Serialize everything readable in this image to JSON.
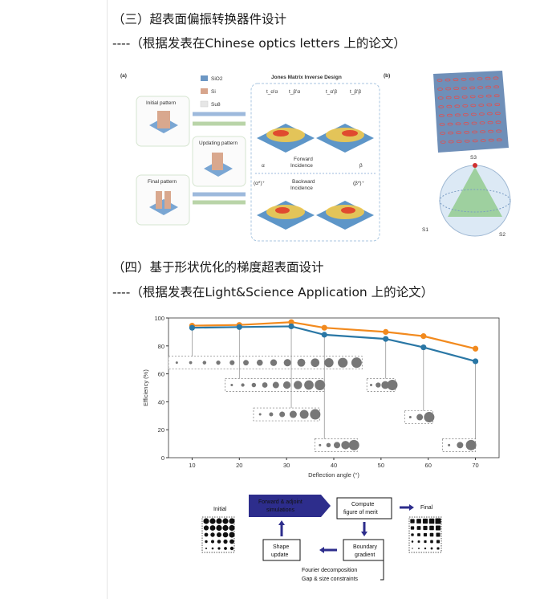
{
  "headings": {
    "h1": "（三）超表面偏振转换器件设计",
    "h2": "----（根据发表在Chinese optics letters 上的论文）",
    "h3": "（四）基于形状优化的梯度超表面设计",
    "h4": "----（根据发表在Light&Science   Application 上的论文）"
  },
  "fig1": {
    "panel_a": "(a)",
    "panel_b": "(b)",
    "legend": [
      "SiO2",
      "Si",
      "Su8"
    ],
    "legend_colors": [
      "#6c97c4",
      "#d7a58c",
      "#e6e6e6"
    ],
    "title": "Jones Matrix Inverse Design",
    "initial": "Initial pattern",
    "updating": "Updating pattern",
    "final": "Final pattern",
    "forward": "Forward",
    "forward2": "Incidence",
    "backward": "Backward",
    "backward2": "Incidence",
    "alpha": "α",
    "beta": "β",
    "alpha_star": "(α*)⁺",
    "beta_star": "(β*)⁺",
    "t_labels": [
      "t_α'α",
      "t_β'α",
      "t_α'β",
      "t_β'β"
    ],
    "s_labels": [
      "S3",
      "S1",
      "S2"
    ]
  },
  "chart_data": {
    "type": "line",
    "xlabel": "Deflection angle (°)",
    "ylabel": "Efficiency (%)",
    "xlim": [
      5,
      75
    ],
    "ylim": [
      0,
      100
    ],
    "xticks": [
      10,
      20,
      30,
      40,
      50,
      60,
      70
    ],
    "yticks": [
      0,
      20,
      40,
      60,
      80,
      100
    ],
    "x": [
      10,
      20,
      31,
      38,
      51,
      59,
      70
    ],
    "series": [
      {
        "name": "",
        "color": "#f28a1e",
        "values": [
          94.5,
          95,
          97,
          93,
          90,
          87,
          78
        ]
      },
      {
        "name": "",
        "color": "#2a77a5",
        "values": [
          93,
          93.5,
          94,
          88,
          85,
          79,
          69
        ]
      }
    ]
  },
  "fig3": {
    "initial": "Initial",
    "final": "Final",
    "step1": "Forward & adjoint",
    "step1b": "simulations",
    "step2": "Compute",
    "step2b": "figure of merit",
    "step3": "Boundary",
    "step3b": "gradient",
    "step4": "Shape",
    "step4b": "update",
    "note1": "Fourier decomposition",
    "note2": "Gap & size constraints",
    "accent": "#2d2d8c"
  }
}
